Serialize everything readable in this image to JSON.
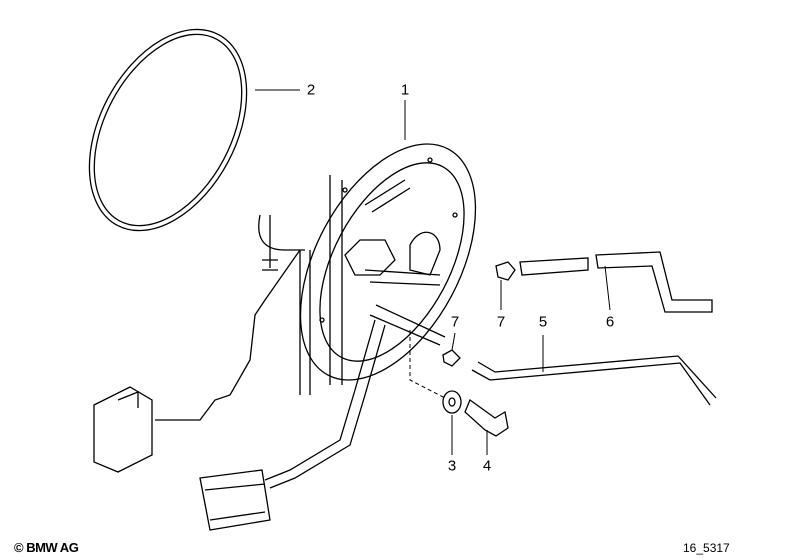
{
  "diagram": {
    "part_labels": {
      "p1": "1",
      "p2": "2",
      "p3": "3",
      "p4": "4",
      "p5": "5",
      "p6": "6",
      "p7a": "7",
      "p7b": "7"
    },
    "copyright": "© BMW AG",
    "reference": "16_5317"
  }
}
